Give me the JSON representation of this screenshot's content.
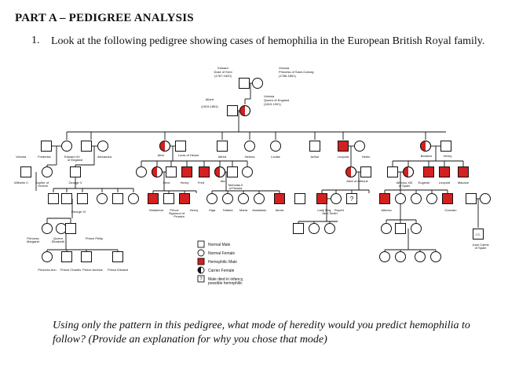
{
  "heading": "PART A – PEDIGREE ANALYSIS",
  "question": {
    "number": "1.",
    "text": "Look at the following pedigree showing cases of hemophilia in the European British Royal family."
  },
  "followup": "Using only the pattern in this pedigree, what mode of heredity would you predict hemophilia to follow? (Provide an explanation for why you chose that mode)",
  "pedigree": {
    "labels": {
      "edward": "Edward",
      "edward_title": "Duke of Kent",
      "edward_years": "(1767-1820)",
      "victoria_mother": "Victoria",
      "victoria_mother_title": "Princess of Saxe-Coburg",
      "victoria_mother_years": "(1786-1861)",
      "albert": "Albert",
      "albert_years": "(1819-1861)",
      "victoria": "Victoria",
      "victoria_title": "Queen of England",
      "victoria_years": "(1819-1901)",
      "g2_victoria": "Victoria",
      "g2_frederick": "Frederick",
      "g2_edward": "Edward VII",
      "g2_edward_title": "of England",
      "g2_alexandra": "Alexandra",
      "g2_alice": "Alice",
      "g2_louis": "Louis of Hesse",
      "g2_alfred": "Alfred",
      "g2_helena": "Helena",
      "g2_louise": "Louise",
      "g2_arthur": "Arthur",
      "g2_leopold": "Leopold",
      "g2_helen": "Helen",
      "g2_beatrice": "Beatrice",
      "g2_henry": "Henry",
      "g3_wilhelm": "Wilhelm II",
      "g3_sophie": "Sophie of",
      "g3_sophie2": "Greece",
      "g3_george_v": "George V",
      "g3_irene": "Irene",
      "g3_henry": "Henry",
      "g3_fred": "Fred",
      "g3_alix": "Alix",
      "g3_nicholas": "Nicholas II",
      "g3_nicholas2": "of Russia",
      "g3_alice_athlone": "Alice of Athlone",
      "g3_alfonso": "Alfonso XIII",
      "g3_alfonso2": "of Spain",
      "g3_eugenie": "Eugenie",
      "g3_leopold": "Leopold",
      "g3_maurice": "Maurice",
      "g4_george_vi": "George VI",
      "g4_waldemar": "Waldemar",
      "g4_prince": "Prince",
      "g4_prince2": "Sigmund of",
      "g4_prince3": "Prussia",
      "g4_henry": "Henry",
      "g4_olga": "Olga",
      "g4_tatiana": "Tatiana",
      "g4_maria": "Maria",
      "g4_anastasia": "Anastasia",
      "g4_alexis": "Alexis",
      "g4_lady_may": "Lady May",
      "g4_rupert": "Rupert",
      "g4_abel_smith": "Abel Smith",
      "g4_alfonso": "Alfonso",
      "g4_gonzalo": "Gonzalo",
      "g5_princess": "Princess",
      "g5_margaret": "Margaret",
      "g5_queen": "Queen",
      "g5_elizabeth": "Elizabeth",
      "g5_philip": "Prince Philip",
      "g5_jc": "J.C.",
      "g5_juan": "Juan Carlos",
      "g5_juan2": "of Spain",
      "g6_anne": "Princess Ann",
      "g6_charles": "Prince Charles",
      "g6_andrew": "Prince Andrew",
      "g6_edward": "Prince Edward",
      "unknown_mark": "?"
    },
    "legend": {
      "normal_male": "Normal Male",
      "normal_female": "Normal Female",
      "hemophilic_male": "Hemophilic Male",
      "carrier_female": "Carrier Female",
      "died_infancy_line1": "Male died in infancy,",
      "died_infancy_line2": "possible hemophilic"
    },
    "colors": {
      "affected": "#d32020",
      "outline": "#111111",
      "fill_normal": "#ffffff"
    }
  }
}
